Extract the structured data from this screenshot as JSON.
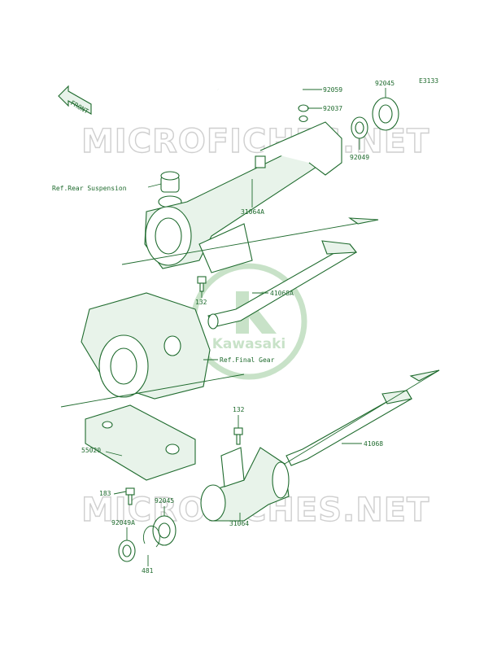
{
  "diagram_code": "E3133",
  "front_label": "FRONT",
  "watermark_text": "MICROFICHES.NET",
  "logo_text": "Kawasaki",
  "colors": {
    "line": "#1f6b2e",
    "watermark": "#cfcfcf",
    "logo": "#9ccc9c"
  },
  "labels": {
    "p92059": "92059",
    "p92037": "92037",
    "p92045_top": "92045",
    "p92049": "92049",
    "ref_rear_suspension": "Ref.Rear Suspension",
    "p31064A": "31064A",
    "p132_top": "132",
    "p41068A": "41068A",
    "ref_final_gear": "Ref.Final Gear",
    "p132_mid": "132",
    "p41068": "41068",
    "p55020": "55020",
    "p183": "183",
    "p92045_bottom": "92045",
    "p31064": "31064",
    "p92049A": "92049A",
    "p481": "481"
  }
}
